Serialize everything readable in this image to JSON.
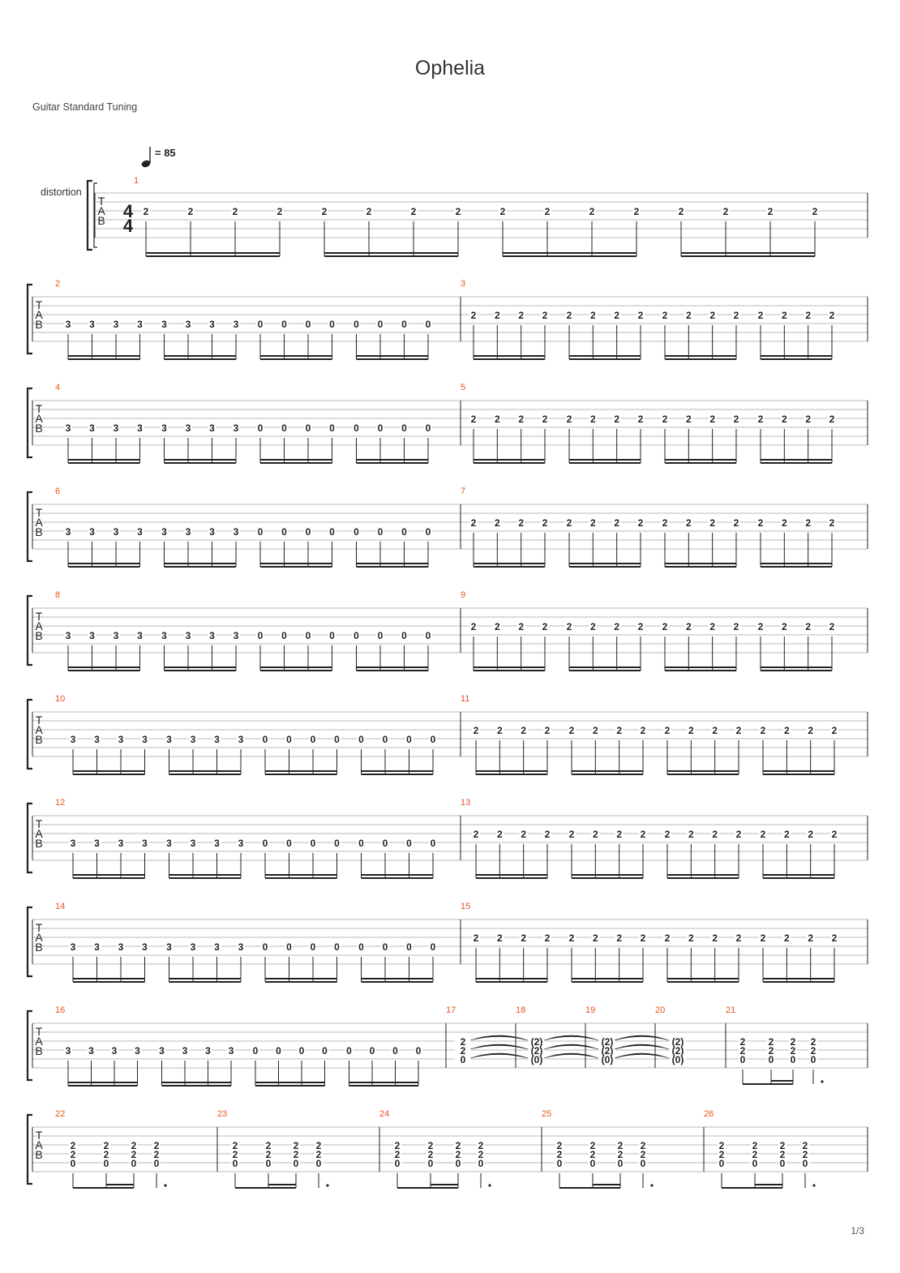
{
  "title": "Ophelia",
  "tuning_label": "Guitar Standard Tuning",
  "tempo": {
    "symbol": "quarter-note",
    "label": "= 85"
  },
  "track_name": "distortion",
  "time_signature": {
    "top": "4",
    "bottom": "4"
  },
  "tab_clef": [
    "T",
    "A",
    "B"
  ],
  "page_number": "1/3",
  "measures": [
    {
      "num": "1",
      "type": "eighths16",
      "notes": [
        "2",
        "2",
        "2",
        "2",
        "2",
        "2",
        "2",
        "2",
        "2",
        "2",
        "2",
        "2",
        "2",
        "2",
        "2",
        "2"
      ],
      "string": 3
    },
    {
      "num": "2",
      "type": "sixteenths",
      "notes": [
        "3",
        "3",
        "3",
        "3",
        "3",
        "3",
        "3",
        "3",
        "0",
        "0",
        "0",
        "0",
        "0",
        "0",
        "0",
        "0"
      ],
      "string": 4
    },
    {
      "num": "3",
      "type": "sixteenths",
      "notes": [
        "2",
        "2",
        "2",
        "2",
        "2",
        "2",
        "2",
        "2",
        "2",
        "2",
        "2",
        "2",
        "2",
        "2",
        "2",
        "2"
      ],
      "string": 3
    },
    {
      "num": "4",
      "type": "sixteenths",
      "notes": [
        "3",
        "3",
        "3",
        "3",
        "3",
        "3",
        "3",
        "3",
        "0",
        "0",
        "0",
        "0",
        "0",
        "0",
        "0",
        "0"
      ],
      "string": 4
    },
    {
      "num": "5",
      "type": "sixteenths",
      "notes": [
        "2",
        "2",
        "2",
        "2",
        "2",
        "2",
        "2",
        "2",
        "2",
        "2",
        "2",
        "2",
        "2",
        "2",
        "2",
        "2"
      ],
      "string": 3
    },
    {
      "num": "6",
      "type": "sixteenths",
      "notes": [
        "3",
        "3",
        "3",
        "3",
        "3",
        "3",
        "3",
        "3",
        "0",
        "0",
        "0",
        "0",
        "0",
        "0",
        "0",
        "0"
      ],
      "string": 4
    },
    {
      "num": "7",
      "type": "sixteenths",
      "notes": [
        "2",
        "2",
        "2",
        "2",
        "2",
        "2",
        "2",
        "2",
        "2",
        "2",
        "2",
        "2",
        "2",
        "2",
        "2",
        "2"
      ],
      "string": 3
    },
    {
      "num": "8",
      "type": "sixteenths",
      "notes": [
        "3",
        "3",
        "3",
        "3",
        "3",
        "3",
        "3",
        "3",
        "0",
        "0",
        "0",
        "0",
        "0",
        "0",
        "0",
        "0"
      ],
      "string": 4
    },
    {
      "num": "9",
      "type": "sixteenths",
      "notes": [
        "2",
        "2",
        "2",
        "2",
        "2",
        "2",
        "2",
        "2",
        "2",
        "2",
        "2",
        "2",
        "2",
        "2",
        "2",
        "2"
      ],
      "string": 3
    },
    {
      "num": "10",
      "type": "sixteenths",
      "notes": [
        "3",
        "3",
        "3",
        "3",
        "3",
        "3",
        "3",
        "3",
        "0",
        "0",
        "0",
        "0",
        "0",
        "0",
        "0",
        "0"
      ],
      "string": 4
    },
    {
      "num": "11",
      "type": "sixteenths",
      "notes": [
        "2",
        "2",
        "2",
        "2",
        "2",
        "2",
        "2",
        "2",
        "2",
        "2",
        "2",
        "2",
        "2",
        "2",
        "2",
        "2"
      ],
      "string": 3
    },
    {
      "num": "12",
      "type": "sixteenths",
      "notes": [
        "3",
        "3",
        "3",
        "3",
        "3",
        "3",
        "3",
        "3",
        "0",
        "0",
        "0",
        "0",
        "0",
        "0",
        "0",
        "0"
      ],
      "string": 4
    },
    {
      "num": "13",
      "type": "sixteenths",
      "notes": [
        "2",
        "2",
        "2",
        "2",
        "2",
        "2",
        "2",
        "2",
        "2",
        "2",
        "2",
        "2",
        "2",
        "2",
        "2",
        "2"
      ],
      "string": 3
    },
    {
      "num": "14",
      "type": "sixteenths",
      "notes": [
        "3",
        "3",
        "3",
        "3",
        "3",
        "3",
        "3",
        "3",
        "0",
        "0",
        "0",
        "0",
        "0",
        "0",
        "0",
        "0"
      ],
      "string": 4
    },
    {
      "num": "15",
      "type": "sixteenths",
      "notes": [
        "2",
        "2",
        "2",
        "2",
        "2",
        "2",
        "2",
        "2",
        "2",
        "2",
        "2",
        "2",
        "2",
        "2",
        "2",
        "2"
      ],
      "string": 3
    },
    {
      "num": "16",
      "type": "sixteenths",
      "notes": [
        "3",
        "3",
        "3",
        "3",
        "3",
        "3",
        "3",
        "3",
        "0",
        "0",
        "0",
        "0",
        "0",
        "0",
        "0",
        "0"
      ],
      "string": 4
    },
    {
      "num": "17",
      "type": "whole-chord",
      "chord": [
        "2",
        "2",
        "0"
      ],
      "tied": false
    },
    {
      "num": "18",
      "type": "whole-chord",
      "chord": [
        "(2)",
        "(2)",
        "(0)"
      ],
      "tied": true
    },
    {
      "num": "19",
      "type": "whole-chord",
      "chord": [
        "(2)",
        "(2)",
        "(0)"
      ],
      "tied": true
    },
    {
      "num": "20",
      "type": "whole-chord",
      "chord": [
        "(2)",
        "(2)",
        "(0)"
      ],
      "tied": true
    },
    {
      "num": "21",
      "type": "chord-rhythm",
      "chord": [
        "2",
        "2",
        "0"
      ],
      "count": 4
    },
    {
      "num": "22",
      "type": "chord-rhythm",
      "chord": [
        "2",
        "2",
        "0"
      ],
      "count": 4
    },
    {
      "num": "23",
      "type": "chord-rhythm",
      "chord": [
        "2",
        "2",
        "0"
      ],
      "count": 4
    },
    {
      "num": "24",
      "type": "chord-rhythm",
      "chord": [
        "2",
        "2",
        "0"
      ],
      "count": 4
    },
    {
      "num": "25",
      "type": "chord-rhythm",
      "chord": [
        "2",
        "2",
        "0"
      ],
      "count": 4
    },
    {
      "num": "26",
      "type": "chord-rhythm",
      "chord": [
        "2",
        "2",
        "0"
      ],
      "count": 4
    }
  ],
  "colors": {
    "measure_number": "#e8541e",
    "staff_line": "#b8b8b8",
    "ink": "#222222"
  }
}
